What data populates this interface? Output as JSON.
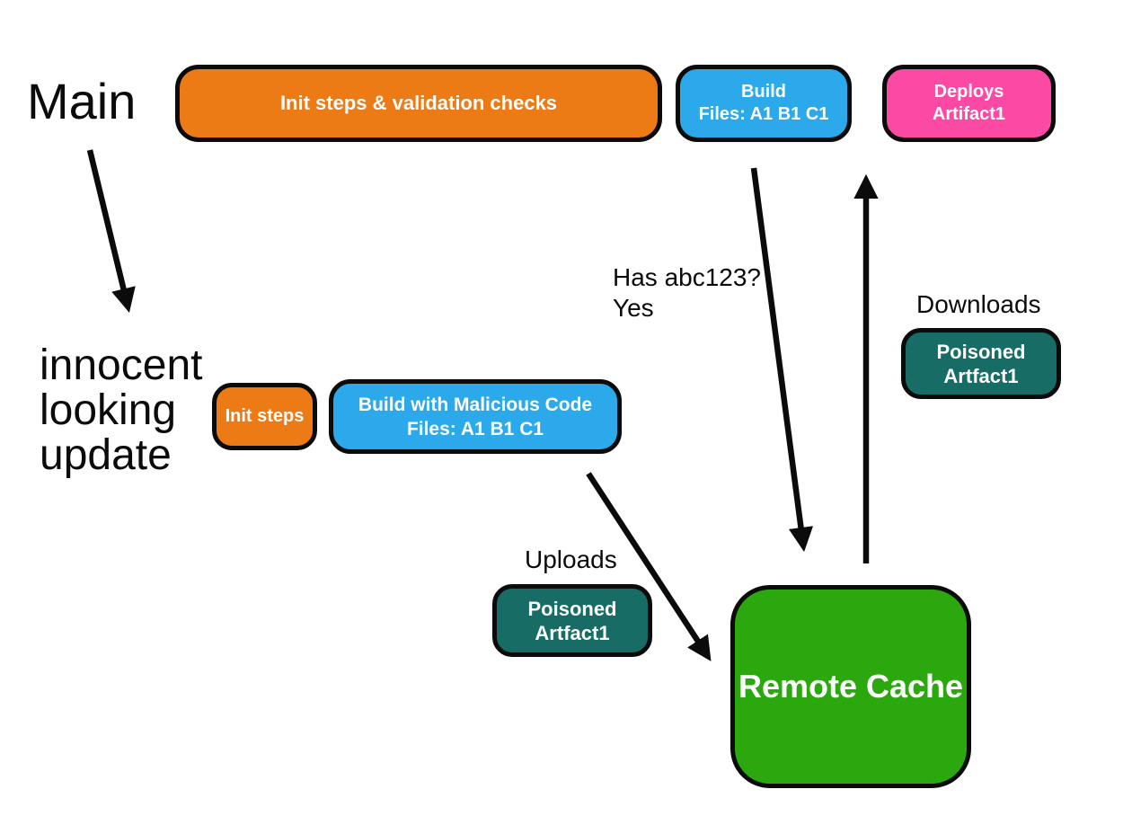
{
  "colors": {
    "orange": "#EC7A15",
    "blue": "#2BA9EA",
    "pink": "#FB49A4",
    "teal": "#176C66",
    "green": "#2CA80F",
    "stroke": "#0B0B0B",
    "text_dark": "#0B0B0B",
    "text_light": "#FFFFFF"
  },
  "labels": {
    "main": "Main",
    "innocent_line1": "innocent",
    "innocent_line2": "looking",
    "innocent_line3": "update",
    "has_hash_line1": "Has abc123?",
    "has_hash_line2": "Yes",
    "downloads": "Downloads",
    "uploads": "Uploads"
  },
  "nodes": {
    "init_validation": {
      "label": "Init steps & validation checks"
    },
    "build_main": {
      "line1": "Build",
      "line2": "Files: A1 B1 C1"
    },
    "deploys": {
      "line1": "Deploys",
      "line2": "Artifact1"
    },
    "init_steps": {
      "label": "Init steps"
    },
    "build_malicious": {
      "line1": "Build with Malicious Code",
      "line2": "Files: A1 B1 C1"
    },
    "poisoned_download": {
      "line1": "Poisoned",
      "line2": "Artfact1"
    },
    "poisoned_upload": {
      "line1": "Poisoned",
      "line2": "Artfact1"
    },
    "remote_cache": {
      "label": "Remote Cache"
    }
  }
}
